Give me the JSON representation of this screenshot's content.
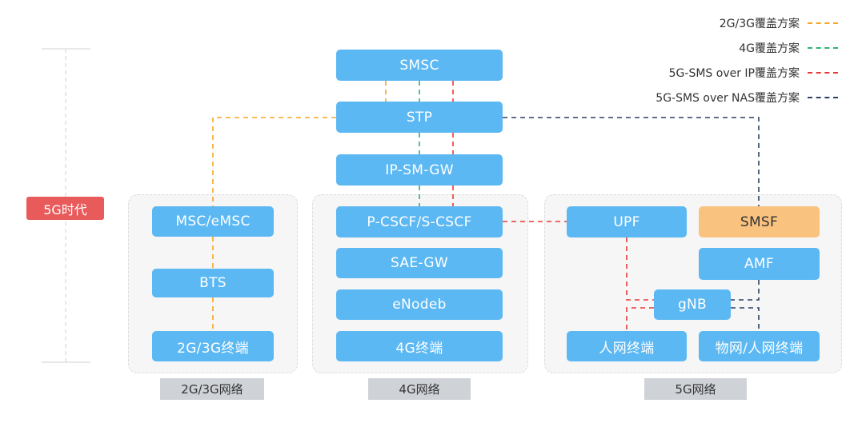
{
  "colors": {
    "2g3g": "#f5a623",
    "4g": "#2fb36b",
    "5g_ip": "#e53935",
    "5g_nas": "#2c3e63",
    "node": "#5cb8f3",
    "smsf": "#f9c27e",
    "era": "#e95b5b"
  },
  "era_label": "5G时代",
  "legend": [
    {
      "label": "2G/3G覆盖方案",
      "color": "#f5a623"
    },
    {
      "label": "4G覆盖方案",
      "color": "#2fb36b"
    },
    {
      "label": "5G-SMS over IP覆盖方案",
      "color": "#e53935"
    },
    {
      "label": "5G-SMS over NAS覆盖方案",
      "color": "#2c3e63"
    }
  ],
  "core": {
    "smsc": "SMSC",
    "stp": "STP",
    "ipsmgw": "IP-SM-GW"
  },
  "net_2g3g": {
    "label": "2G/3G网络",
    "msc": "MSC/eMSC",
    "bts": "BTS",
    "terminal": "2G/3G终端"
  },
  "net_4g": {
    "label": "4G网络",
    "cscf": "P-CSCF/S-CSCF",
    "saegw": "SAE-GW",
    "enodeb": "eNodeb",
    "terminal": "4G终端"
  },
  "net_5g": {
    "label": "5G网络",
    "upf": "UPF",
    "smsf": "SMSF",
    "amf": "AMF",
    "gnb": "gNB",
    "human_terminal": "人网终端",
    "iot_terminal": "物网/人网终端"
  }
}
